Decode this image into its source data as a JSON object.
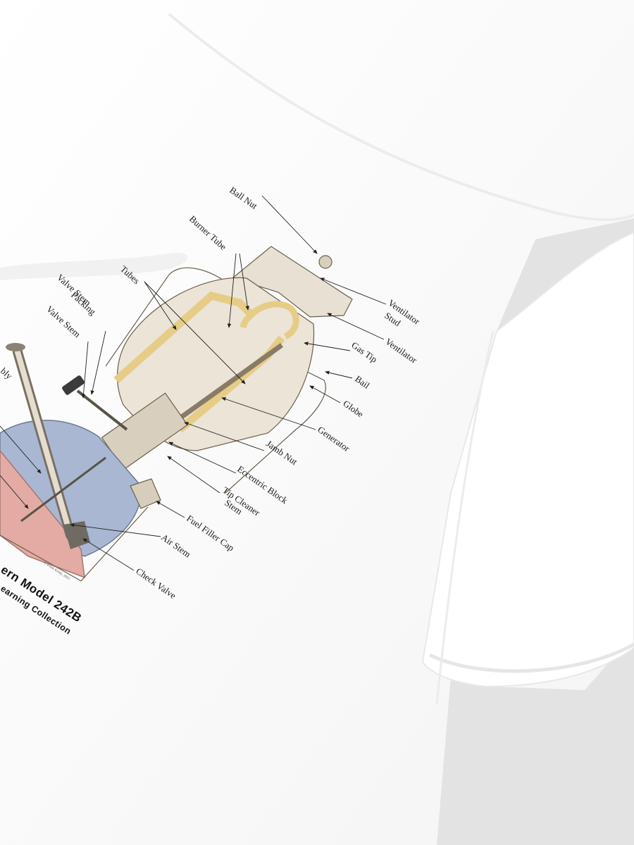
{
  "colors": {
    "shirt": "#ffffff",
    "background": "#e3e3e3",
    "lantern_body": "#e6dfd2",
    "tube_yellow": "#e8cf8a",
    "fuel_blue": "#a9b7d3",
    "fuel_pink": "#e3aba4",
    "line": "#1a1a1a"
  },
  "diagram": {
    "labels": {
      "ball_nut": "Ball Nut",
      "burner_tube": "Burner Tube",
      "tubes": "Tubes",
      "valve_stem_packing_1": "Valve Stem",
      "valve_stem_packing_2": "Packing",
      "valve_stem": "Valve Stem",
      "assembly_partial": "bly",
      "ventilator_stud_1": "Ventilator",
      "ventilator_stud_2": "Stud",
      "ventilator": "Ventilator",
      "gas_tip": "Gas Tip",
      "bail": "Bail",
      "globe": "Globe",
      "generator": "Generator",
      "jamb_nut": "Jamb Nut",
      "eccentric_block": "Eccentric Block",
      "tip_cleaner_stem_1": "Tip Cleaner",
      "tip_cleaner_stem_2": "Stem",
      "fuel_filler_cap": "Fuel Filler Cap",
      "air_stem": "Air Stem",
      "check_valve": "Check Valve"
    },
    "caption_line1": "ern Model 242B",
    "caption_line2": "earning Collection",
    "copyright": "© Frank Kiraly, 2023"
  }
}
